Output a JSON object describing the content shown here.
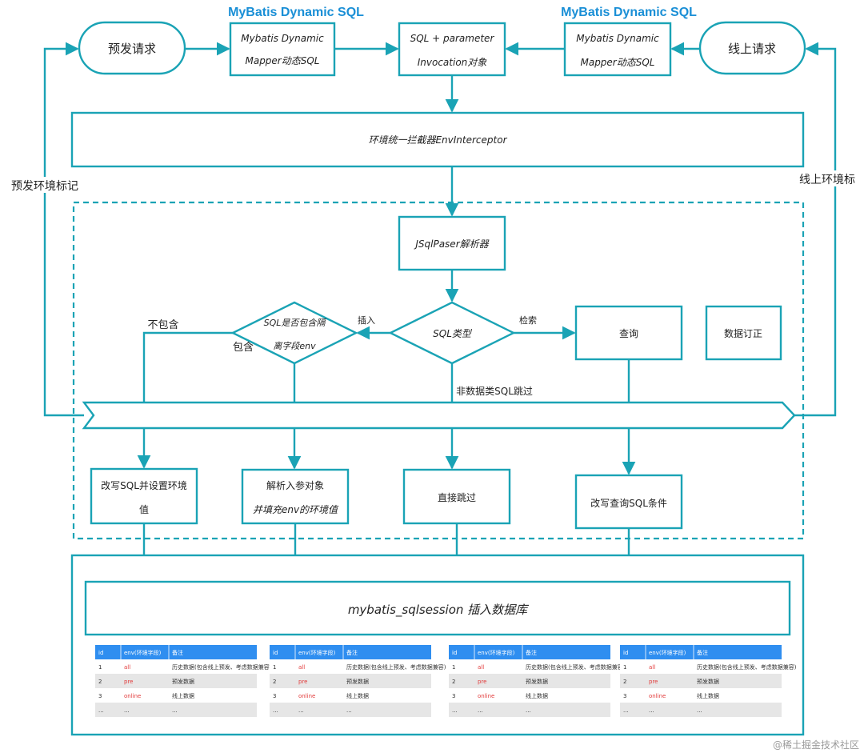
{
  "titles": {
    "left": "MyBatis Dynamic SQL",
    "right": "MyBatis Dynamic SQL"
  },
  "nodes": {
    "pre_request": "预发请求",
    "online_request": "线上请求",
    "mapper_left_1": "Mybatis Dynamic",
    "mapper_left_2": "Mapper动态SQL",
    "mapper_right_1": "Mybatis Dynamic",
    "mapper_right_2": "Mapper动态SQL",
    "invocation_1": "SQL + parameter",
    "invocation_2": "Invocation对象",
    "interceptor": "环境统一拦截器EnvInterceptor",
    "parser": "JSqlPaser解析器",
    "sql_type": "SQL类型",
    "contains_q_1": "SQL是否包含隔",
    "contains_q_2": "离字段env",
    "query": "查询",
    "data_fix": "数据订正",
    "rewrite_insert_1": "改写SQL并设置环境",
    "rewrite_insert_2": "值",
    "parse_param_1": "解析入参对象",
    "parse_param_2": "并填充env的环境值",
    "skip": "直接跳过",
    "rewrite_query": "改写查询SQL条件",
    "db_insert": "mybatis_sqlsession 插入数据库"
  },
  "edge_labels": {
    "pre_env_mark": "预发环境标记",
    "online_env_mark": "线上环境标",
    "not_contains": "不包含",
    "contains": "包含",
    "insert": "插入",
    "retrieve": "检索",
    "non_data_sql_skip": "非数据类SQL跳过"
  },
  "table": {
    "headers": [
      "id",
      "env(环境字段)",
      "备注"
    ],
    "rows": [
      [
        "1",
        "all",
        "历史数据(包含线上预发、考虑数据兼容)"
      ],
      [
        "2",
        "pre",
        "预发数据"
      ],
      [
        "3",
        "online",
        "线上数据"
      ],
      [
        "...",
        "...",
        "..."
      ]
    ]
  },
  "watermark": "@稀土掘金技术社区",
  "colors": {
    "stroke": "#1aa3b5",
    "title_blue": "#1a8fd6",
    "table_header": "#2f8ef0",
    "env_text": "#e23b3b",
    "row_stripe": "#e6e6e6"
  }
}
